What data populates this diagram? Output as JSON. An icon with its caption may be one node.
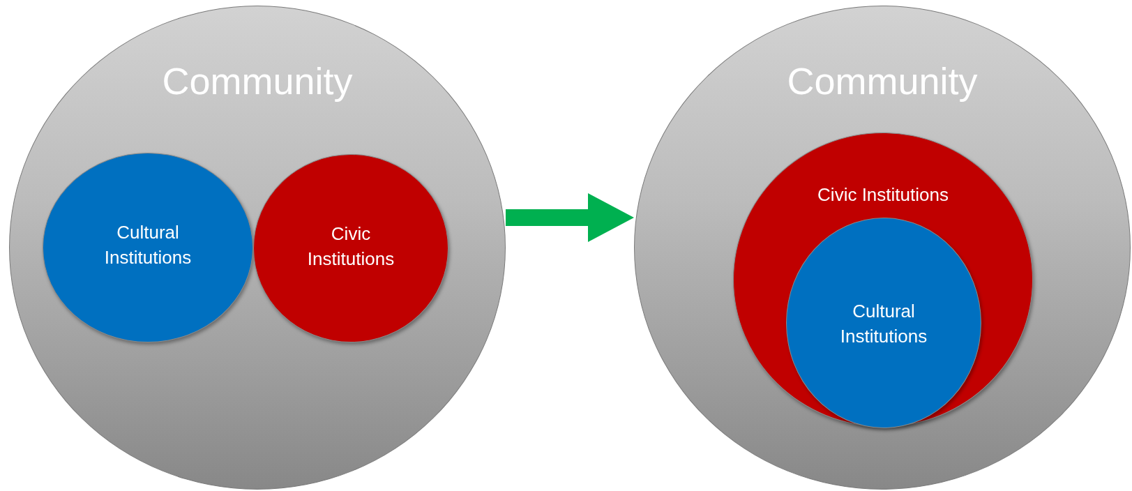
{
  "diagram": {
    "nodes": [
      {
        "text": [
          "Community"
        ]
      },
      {
        "text": [
          "Cultural Institutions"
        ],
        "in": 0
      },
      {
        "text": [
          "Civic Institutions"
        ],
        "in": 0
      },
      {
        "text": [
          "Community"
        ]
      },
      {
        "text": [
          "Civic Institutions"
        ],
        "in": 3
      },
      {
        "text": [
          "Cultural Institutions"
        ],
        "in": 4
      }
    ],
    "edges": [
      {
        "from": 0,
        "to": 3,
        "arrow": "to"
      }
    ]
  }
}
